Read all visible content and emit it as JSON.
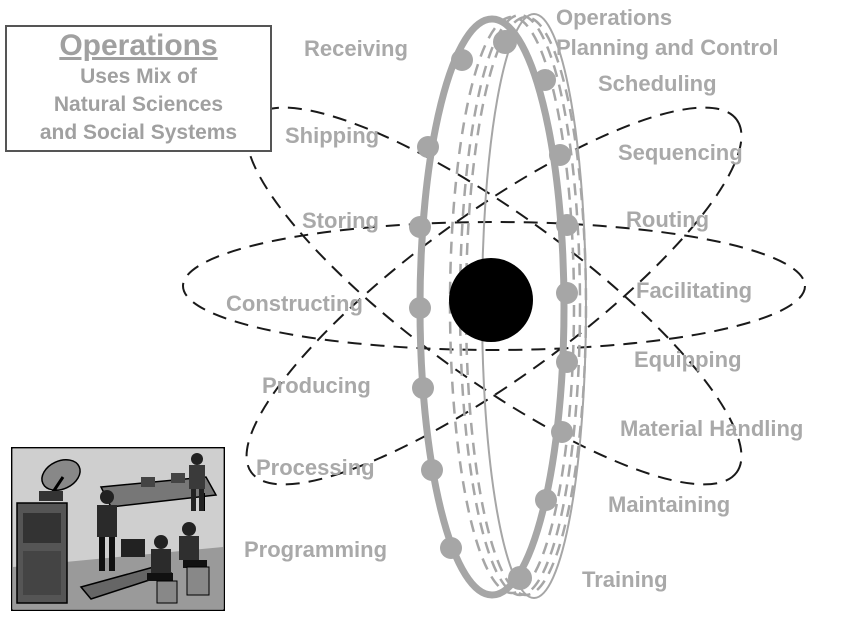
{
  "title_box": {
    "heading": "Operations",
    "lines": [
      "Uses Mix of",
      "Natural Sciences",
      "and Social Systems"
    ]
  },
  "labels": {
    "operations_planning_line1": "Operations",
    "operations_planning_line2": "Planning and Control",
    "scheduling": "Scheduling",
    "sequencing": "Sequencing",
    "routing": "Routing",
    "facilitating": "Facilitating",
    "equipping": "Equipping",
    "material_handling": "Material Handling",
    "maintaining": "Maintaining",
    "training": "Training",
    "receiving": "Receiving",
    "shipping": "Shipping",
    "storing": "Storing",
    "constructing": "Constructing",
    "producing": "Producing",
    "processing": "Processing",
    "programming": "Programming"
  },
  "colors": {
    "label_gray": "#a9a9a9",
    "orbit_gray": "#a6a6a6",
    "dash_dark": "#1a1a1a",
    "nucleus": "#000000",
    "box_border": "#555555"
  },
  "icons": {
    "illustration": "factory-workers-illustration"
  }
}
